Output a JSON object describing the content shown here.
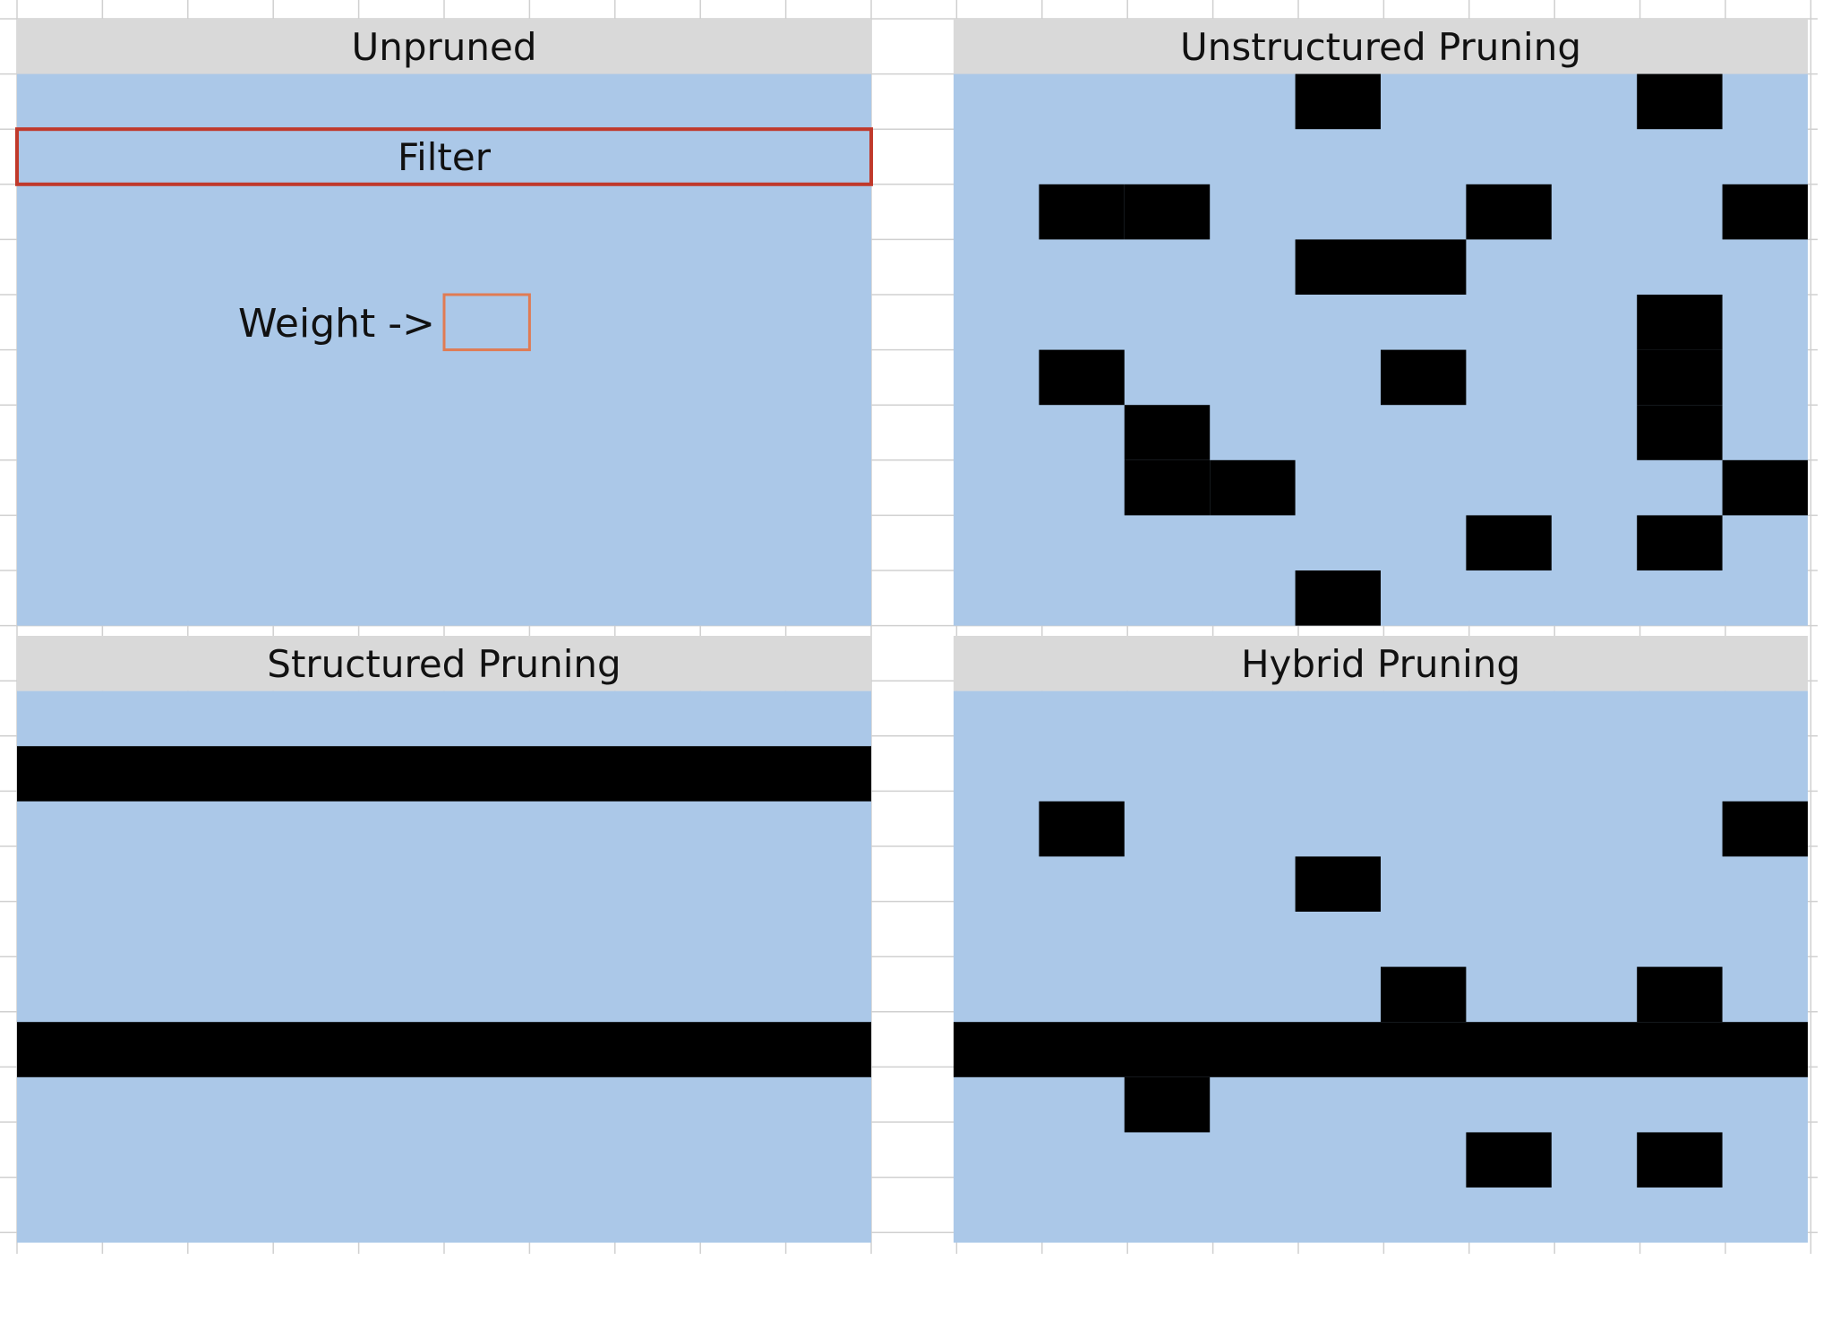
{
  "colors": {
    "header_bg": "#d9d9d9",
    "panel_bg": "#abc8e8",
    "pruned_cell": "#000000",
    "filter_outline": "#c0392b",
    "weight_outline": "#e07b53",
    "gridline": "#d0d0d0"
  },
  "grid": {
    "columns": 10,
    "rows": 10
  },
  "panels": [
    {
      "id": "unpruned",
      "title": "Unpruned",
      "pruned_cells": [],
      "filter_label": "Filter",
      "filter_row": 1,
      "weight_label": "Weight ->",
      "weight_cell": [
        5,
        5
      ]
    },
    {
      "id": "unstructured",
      "title": "Unstructured Pruning",
      "pruned_cells": [
        [
          4,
          0
        ],
        [
          8,
          0
        ],
        [
          1,
          2
        ],
        [
          2,
          2
        ],
        [
          6,
          2
        ],
        [
          9,
          2
        ],
        [
          4,
          3
        ],
        [
          5,
          3
        ],
        [
          8,
          4
        ],
        [
          1,
          5
        ],
        [
          5,
          5
        ],
        [
          8,
          5
        ],
        [
          2,
          6
        ],
        [
          8,
          6
        ],
        [
          2,
          7
        ],
        [
          3,
          7
        ],
        [
          9,
          7
        ],
        [
          6,
          8
        ],
        [
          8,
          8
        ],
        [
          4,
          9
        ]
      ]
    },
    {
      "id": "structured",
      "title": "Structured Pruning",
      "pruned_rows": [
        1,
        6
      ],
      "pruned_cells": []
    },
    {
      "id": "hybrid",
      "title": "Hybrid Pruning",
      "pruned_rows": [
        6
      ],
      "pruned_cells": [
        [
          1,
          2
        ],
        [
          9,
          2
        ],
        [
          4,
          3
        ],
        [
          5,
          5
        ],
        [
          8,
          5
        ],
        [
          2,
          7
        ],
        [
          6,
          8
        ],
        [
          8,
          8
        ]
      ]
    }
  ]
}
